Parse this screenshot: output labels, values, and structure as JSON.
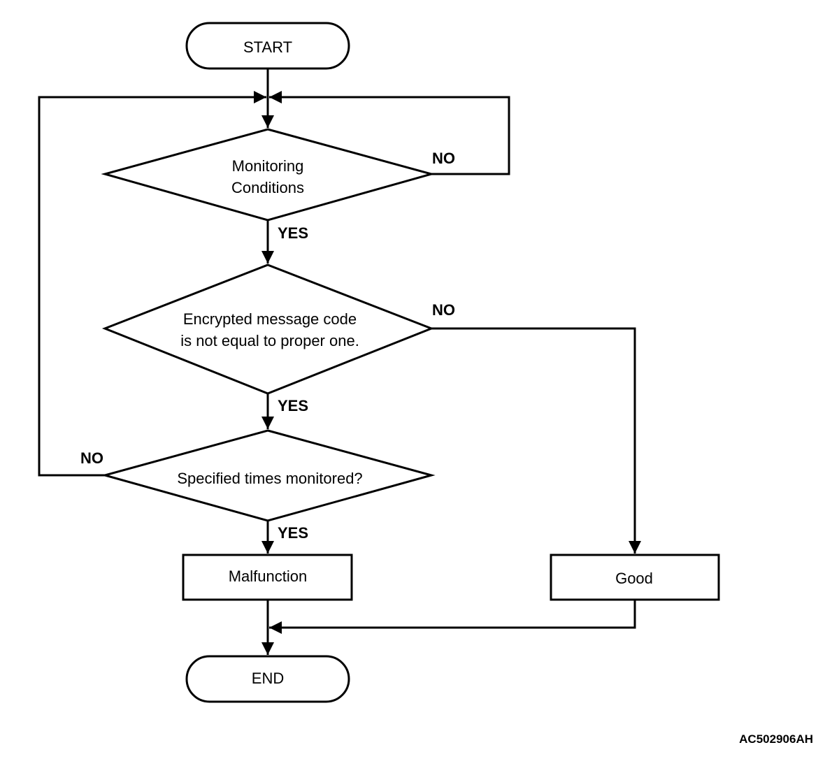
{
  "nodes": {
    "start": "START",
    "monitoring_line1": "Monitoring",
    "monitoring_line2": "Conditions",
    "encrypted_line1": "Encrypted message code",
    "encrypted_line2": "is not equal to proper one.",
    "specified": "Specified times monitored?",
    "malfunction": "Malfunction",
    "good": "Good",
    "end": "END"
  },
  "edges": {
    "monitoring_no": "NO",
    "monitoring_yes": "YES",
    "encrypted_no": "NO",
    "encrypted_yes": "YES",
    "specified_no": "NO",
    "specified_yes": "YES"
  },
  "figure_code": "AC502906AH"
}
